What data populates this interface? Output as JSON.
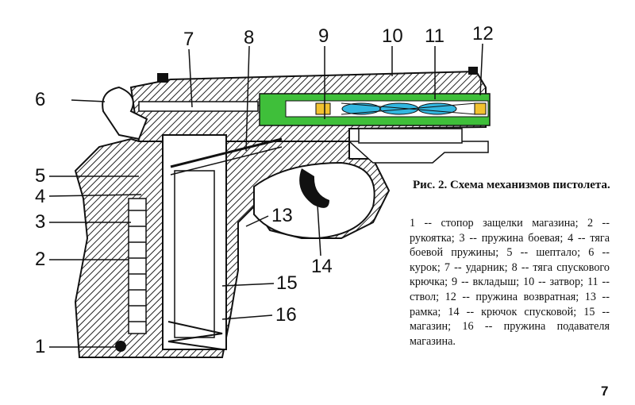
{
  "diagram": {
    "callouts": [
      "1",
      "2",
      "3",
      "4",
      "5",
      "6",
      "7",
      "8",
      "9",
      "10",
      "11",
      "12",
      "13",
      "14",
      "15",
      "16"
    ]
  },
  "caption": {
    "title": "Рис. 2. Схема механизмов пистолета.",
    "legend": "1 -- стопор защелки магазина; 2 -- рукоятка; 3 -- пружина боевая; 4 -- тяга боевой пружины; 5 -- шептало; 6 -- курок; 7 -- ударник; 8 -- тяга спускового крючка; 9 -- вкладыш; 10 -- затвор; 11 -- ствол; 12 -- пружина возвратная; 13 -- рамка; 14 -- крючок спусковой; 15 -- магазин; 16 -- пружина подавателя магазина."
  },
  "page_number": "7",
  "colors": {
    "ink": "#111111",
    "barrel_highlight": "#3fbf3a",
    "spring_highlight": "#33b7e0",
    "insert_highlight": "#f2c230"
  }
}
